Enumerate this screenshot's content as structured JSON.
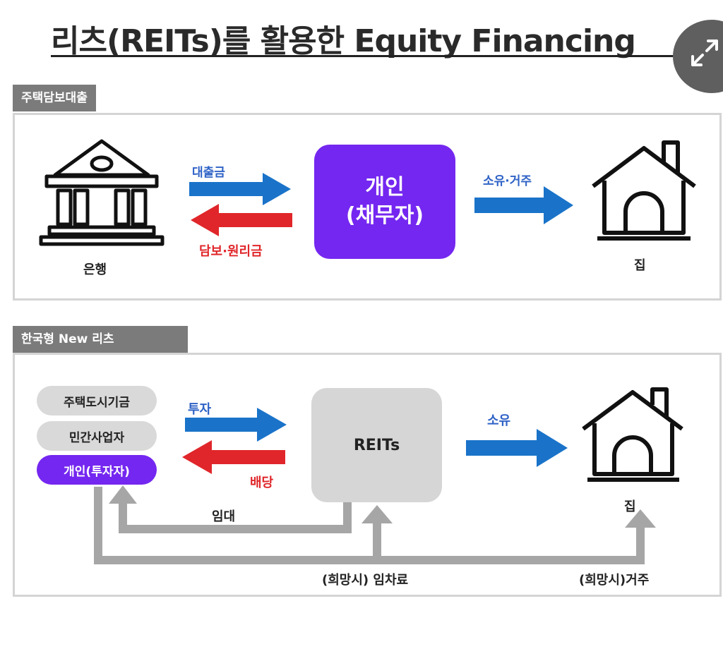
{
  "title": "리츠(REITs)를 활용한 Equity Financing",
  "section1": {
    "tag": "주택담보대출",
    "bank_label": "은행",
    "loan_label": "대출금",
    "collateral_label": "담보·원리금",
    "person_line1": "개인",
    "person_line2": "(채무자)",
    "ownership_label": "소유·거주",
    "house_label": "집"
  },
  "section2": {
    "tag": "한국형 New 리츠",
    "investors": [
      "주택도시기금",
      "민간사업자",
      "개인(투자자)"
    ],
    "invest_label": "투자",
    "dividend_label": "배당",
    "reits_label": "REITs",
    "own_label": "소유",
    "house_label": "집",
    "lease_label": "임대",
    "rent_label": "(희망시) 임차료",
    "reside_label": "(희망시)거주"
  },
  "colors": {
    "blue_arrow": "#1a73c9",
    "red_arrow": "#e0262a",
    "purple": "#7427f0",
    "gray_arrow": "#a6a6a6"
  }
}
